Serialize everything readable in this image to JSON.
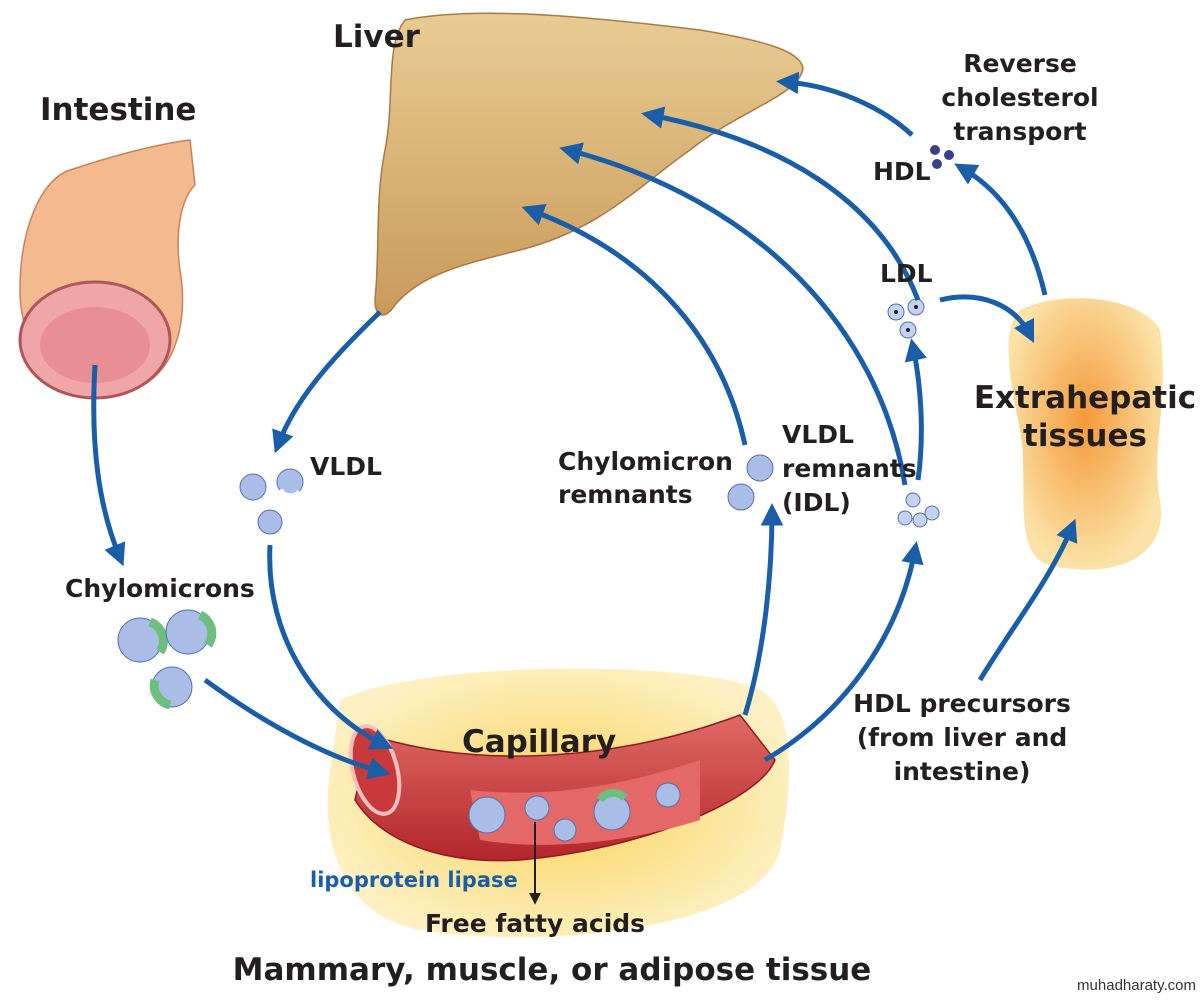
{
  "labels": {
    "liver": "Liver",
    "intestine": "Intestine",
    "reverse_transport": [
      "Reverse",
      "cholesterol",
      "transport"
    ],
    "hdl": "HDL",
    "ldl": "LDL",
    "extrahepatic": [
      "Extrahepatic",
      "tissues"
    ],
    "vldl": "VLDL",
    "chylomicron_remnants": [
      "Chylomicron",
      "remnants"
    ],
    "vldl_remnants": [
      "VLDL",
      "remnants",
      "(IDL)"
    ],
    "chylomicrons": "Chylomicrons",
    "capillary": "Capillary",
    "hdl_precursors": [
      "HDL precursors",
      "(from liver and",
      "intestine)"
    ],
    "lipoprotein_lipase": "lipoprotein lipase",
    "free_fatty_acids": "Free fatty acids",
    "tissue_caption": "Mammary, muscle, or adipose tissue",
    "watermark": "muhadharaty.com"
  },
  "colors": {
    "arrow": "#1a5ea8",
    "liver": "#d9b77a",
    "capillary": "#c9383a",
    "particle": "#a9bde6",
    "apoprotein": "#6cbf7f",
    "hdl_particle": "#3b3f86"
  }
}
